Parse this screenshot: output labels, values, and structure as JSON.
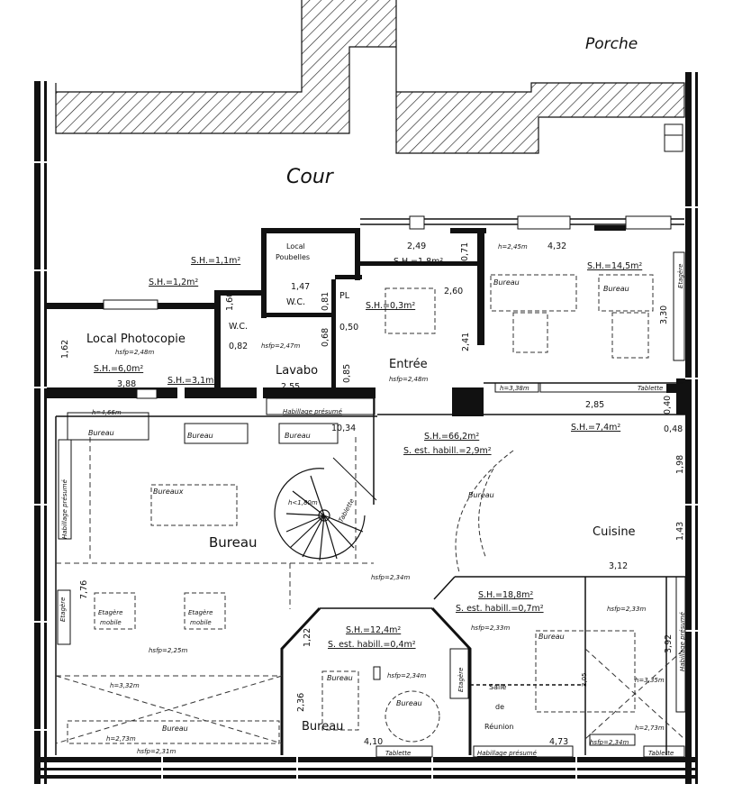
{
  "exterior": {
    "porche": "Porche",
    "cour": "Cour"
  },
  "rooms": {
    "local_poubelles_1": "Local",
    "local_poubelles_2": "Poubelles",
    "local_photocopie": "Local Photocopie",
    "local_photocopie_hsfp": "hsfp=2,48m",
    "wc1": "W.C.",
    "wc2": "W.C.",
    "pl": "PL",
    "lavabo": "Lavabo",
    "lavabo_hsfp": "hsfp=2,47m",
    "entree": "Entrée",
    "entree_hsfp": "hsfp=2,48m",
    "bureau_main": "Bureau",
    "bureau_small": "Bureau",
    "cuisine": "Cuisine",
    "salle_1": "Salle",
    "salle_2": "de",
    "salle_3": "Réunion"
  },
  "areas": {
    "sh_1_1": "S.H.=1,1m²",
    "sh_1_2": "S.H.=1,2m²",
    "sh_1_8": "S.H.=1,8m²",
    "sh_0_3": "S.H.=0,3m²",
    "sh_14_5": "S.H.=14,5m²",
    "sh_6_0": "S.H.=6,0m²",
    "sh_3_1": "S.H.=3,1m²",
    "sh_66_2": "S.H.=66,2m²",
    "sest_2_9": "S. est. habill.=2,9m²",
    "sh_7_4": "S.H.=7,4m²",
    "sh_18_8": "S.H.=18,8m²",
    "sest_0_7": "S. est. habill.=0,7m²",
    "sh_12_4": "S.H.=12,4m²",
    "sest_0_4": "S. est. habill.=0,4m²"
  },
  "dims": {
    "d_2_49": "2,49",
    "d_0_71": "0,71",
    "d_4_32": "4,32",
    "d_1_47": "1,47",
    "d_0_81": "0,81",
    "d_2_60": "2,60",
    "d_1_60": "1,60",
    "d_0_82": "0,82",
    "d_0_68": "0,68",
    "d_0_50": "0,50",
    "d_3_30": "3,30",
    "d_1_62": "1,62",
    "d_2_41": "2,41",
    "d_0_85": "0,85",
    "d_3_88": "3,88",
    "d_2_55": "2,55",
    "d_2_85": "2,85",
    "d_0_40": "0,40",
    "d_0_48": "0,48",
    "d_10_34": "10,34",
    "d_1_98": "1,98",
    "d_1_43": "1,43",
    "d_3_12": "3,12",
    "d_7_76": "7,76",
    "d_1_22": "1,22",
    "d_2_36": "2,36",
    "d_4_10": "4,10",
    "d_4_73": "4,73",
    "d_3_92": "3,92",
    "d_2_05": "2,05"
  },
  "heights": {
    "h_2_45": "h=2,45m",
    "h_3_38": "h=3,38m",
    "h_4_66": "h=4,66m",
    "h_1_80": "h<1,80m",
    "hsfp_2_34_a": "hsfp=2,34m",
    "hsfp_2_33_a": "hsfp=2,33m",
    "hsfp_2_33_b": "hsfp=2,33m",
    "hsfp_2_25": "hsfp=2,25m",
    "hsfp_2_34_b": "hsfp=2,34m",
    "h_3_32": "h=3,32m",
    "h_2_73_a": "h=2,73m",
    "hsfp_2_31": "hsfp=2,31m",
    "h_3_35": "h=3,35m",
    "h_2_73_b": "h=2,73m",
    "hsfp_2_34_c": "hsfp=2,34m"
  },
  "furniture": {
    "bureau_tl": "Bureau",
    "bureau_e1": "Bureau",
    "bureau_e2": "Bureau",
    "bureau_1": "Bureau",
    "bureau_2": "Bureau",
    "bureau_3": "Bureau",
    "bureaux": "Bureaux",
    "bureau_curve": "Bureau",
    "bureau_sm": "Bureau",
    "bureau_round": "Bureau",
    "bureau_bottom": "Bureau",
    "etagere_e": "Etagère",
    "etagere_w": "Etagère",
    "etagere_sb": "Etagère",
    "etagere_mob1_1": "Etagère",
    "etagere_mob1_2": "mobile",
    "etagere_mob2_1": "Etagère",
    "etagere_mob2_2": "mobile",
    "tablette_1": "Tablette",
    "tablette_2": "Tablette",
    "tablette_3": "Tablette",
    "tablette_stair": "Tablette",
    "habillage_1": "Habillage présumé",
    "habillage_2": "Habillage présumé",
    "habillage_3": "Habillage présumé",
    "habillage_4": "Habillage présumé"
  }
}
